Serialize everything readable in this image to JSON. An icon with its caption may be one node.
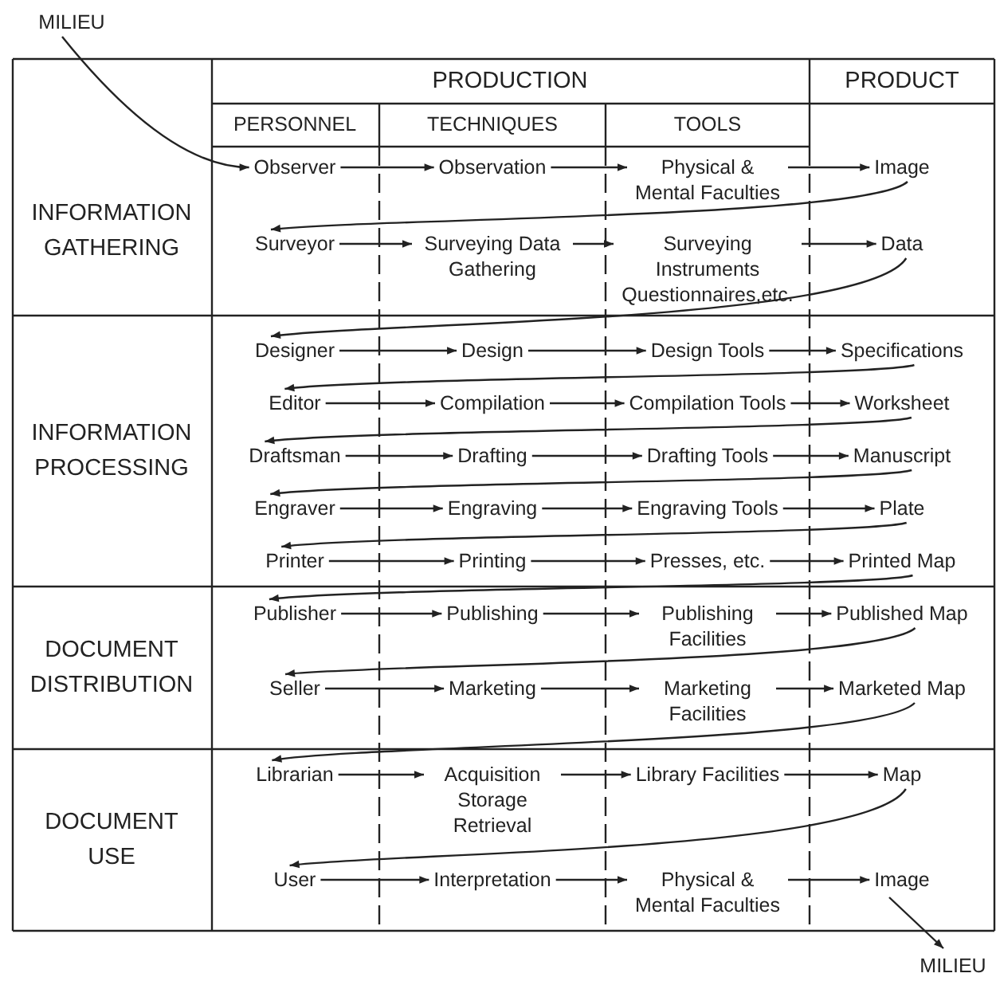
{
  "diagram": {
    "nodes": [
      {
        "text": [
          "MILIEU"
        ]
      },
      {
        "text": [
          "Observer"
        ]
      },
      {
        "text": [
          "Observation"
        ]
      },
      {
        "text": [
          "Physical & Mental Faculties"
        ]
      },
      {
        "text": [
          "Image"
        ]
      },
      {
        "text": [
          "Surveyor"
        ]
      },
      {
        "text": [
          "Surveying Data Gathering"
        ]
      },
      {
        "text": [
          "Surveying Instruments Questionnaires,etc."
        ]
      },
      {
        "text": [
          "Data"
        ]
      },
      {
        "text": [
          "Designer"
        ]
      },
      {
        "text": [
          "Design"
        ]
      },
      {
        "text": [
          "Design Tools"
        ]
      },
      {
        "text": [
          "Specifications"
        ]
      },
      {
        "text": [
          "Editor"
        ]
      },
      {
        "text": [
          "Compilation"
        ]
      },
      {
        "text": [
          "Compilation Tools"
        ]
      },
      {
        "text": [
          "Worksheet"
        ]
      },
      {
        "text": [
          "Draftsman"
        ]
      },
      {
        "text": [
          "Drafting"
        ]
      },
      {
        "text": [
          "Drafting Tools"
        ]
      },
      {
        "text": [
          "Manuscript"
        ]
      },
      {
        "text": [
          "Engraver"
        ]
      },
      {
        "text": [
          "Engraving"
        ]
      },
      {
        "text": [
          "Engraving Tools"
        ]
      },
      {
        "text": [
          "Plate"
        ]
      },
      {
        "text": [
          "Printer"
        ]
      },
      {
        "text": [
          "Printing"
        ]
      },
      {
        "text": [
          "Presses, etc."
        ]
      },
      {
        "text": [
          "Printed Map"
        ]
      },
      {
        "text": [
          "Publisher"
        ]
      },
      {
        "text": [
          "Publishing"
        ]
      },
      {
        "text": [
          "Publishing Facilities"
        ]
      },
      {
        "text": [
          "Published Map"
        ]
      },
      {
        "text": [
          "Seller"
        ]
      },
      {
        "text": [
          "Marketing"
        ]
      },
      {
        "text": [
          "Marketing Facilities"
        ]
      },
      {
        "text": [
          "Marketed Map"
        ]
      },
      {
        "text": [
          "Librarian"
        ]
      },
      {
        "text": [
          "Acquisition Storage Retrieval"
        ]
      },
      {
        "text": [
          "Library Facilities"
        ]
      },
      {
        "text": [
          "Map"
        ]
      },
      {
        "text": [
          "User"
        ]
      },
      {
        "text": [
          "Interpretation"
        ]
      },
      {
        "text": [
          "Physical & Mental Faculties"
        ]
      },
      {
        "text": [
          "Image"
        ]
      },
      {
        "text": [
          "MILIEU"
        ]
      }
    ],
    "edges": [
      {
        "from": 0,
        "to": 1,
        "arrow": "to"
      },
      {
        "from": 1,
        "to": 2,
        "arrow": "to"
      },
      {
        "from": 2,
        "to": 3,
        "arrow": "to"
      },
      {
        "from": 3,
        "to": 4,
        "arrow": "to"
      },
      {
        "from": 4,
        "to": 5,
        "arrow": "to"
      },
      {
        "from": 5,
        "to": 6,
        "arrow": "to"
      },
      {
        "from": 6,
        "to": 7,
        "arrow": "to"
      },
      {
        "from": 7,
        "to": 8,
        "arrow": "to"
      },
      {
        "from": 8,
        "to": 9,
        "arrow": "to"
      },
      {
        "from": 9,
        "to": 10,
        "arrow": "to"
      },
      {
        "from": 10,
        "to": 11,
        "arrow": "to"
      },
      {
        "from": 11,
        "to": 12,
        "arrow": "to"
      },
      {
        "from": 12,
        "to": 13,
        "arrow": "to"
      },
      {
        "from": 13,
        "to": 14,
        "arrow": "to"
      },
      {
        "from": 14,
        "to": 15,
        "arrow": "to"
      },
      {
        "from": 15,
        "to": 16,
        "arrow": "to"
      },
      {
        "from": 16,
        "to": 17,
        "arrow": "to"
      },
      {
        "from": 17,
        "to": 18,
        "arrow": "to"
      },
      {
        "from": 18,
        "to": 19,
        "arrow": "to"
      },
      {
        "from": 19,
        "to": 20,
        "arrow": "to"
      },
      {
        "from": 20,
        "to": 21,
        "arrow": "to"
      },
      {
        "from": 21,
        "to": 22,
        "arrow": "to"
      },
      {
        "from": 22,
        "to": 23,
        "arrow": "to"
      },
      {
        "from": 23,
        "to": 24,
        "arrow": "to"
      },
      {
        "from": 24,
        "to": 25,
        "arrow": "to"
      },
      {
        "from": 25,
        "to": 26,
        "arrow": "to"
      },
      {
        "from": 26,
        "to": 27,
        "arrow": "to"
      },
      {
        "from": 27,
        "to": 28,
        "arrow": "to"
      },
      {
        "from": 28,
        "to": 29,
        "arrow": "to"
      },
      {
        "from": 29,
        "to": 30,
        "arrow": "to"
      },
      {
        "from": 30,
        "to": 31,
        "arrow": "to"
      },
      {
        "from": 31,
        "to": 32,
        "arrow": "to"
      },
      {
        "from": 32,
        "to": 33,
        "arrow": "to"
      },
      {
        "from": 33,
        "to": 34,
        "arrow": "to"
      },
      {
        "from": 34,
        "to": 35,
        "arrow": "to"
      },
      {
        "from": 35,
        "to": 36,
        "arrow": "to"
      },
      {
        "from": 36,
        "to": 37,
        "arrow": "to"
      },
      {
        "from": 37,
        "to": 38,
        "arrow": "to"
      },
      {
        "from": 38,
        "to": 39,
        "arrow": "to"
      },
      {
        "from": 39,
        "to": 40,
        "arrow": "to"
      },
      {
        "from": 40,
        "to": 41,
        "arrow": "to"
      },
      {
        "from": 41,
        "to": 42,
        "arrow": "to"
      },
      {
        "from": 42,
        "to": 43,
        "arrow": "to"
      },
      {
        "from": 43,
        "to": 44,
        "arrow": "to"
      },
      {
        "from": 44,
        "to": 45,
        "arrow": "to"
      }
    ],
    "labels": [
      "PRODUCTION",
      "PRODUCT",
      "PERSONNEL",
      "TECHNIQUES",
      "TOOLS",
      "INFORMATION GATHERING",
      "INFORMATION PROCESSING",
      "DOCUMENT DISTRIBUTION",
      "DOCUMENT USE"
    ]
  }
}
